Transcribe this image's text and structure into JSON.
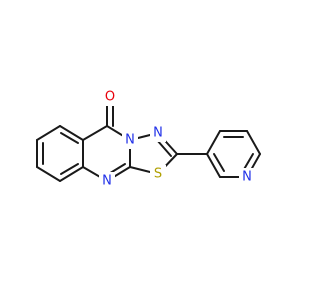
{
  "molecule": {
    "colors": {
      "bond": "#1a1a1a",
      "oxygen": "#e8000b",
      "nitrogen": "#2030e8",
      "sulfur": "#b0a000"
    },
    "atom_labels": {
      "oxygen": "O",
      "n_bridge": "N",
      "n_thiadiazole": "N",
      "n_quinazoline": "N",
      "sulfur": "S",
      "n_pyridine": "N"
    }
  }
}
